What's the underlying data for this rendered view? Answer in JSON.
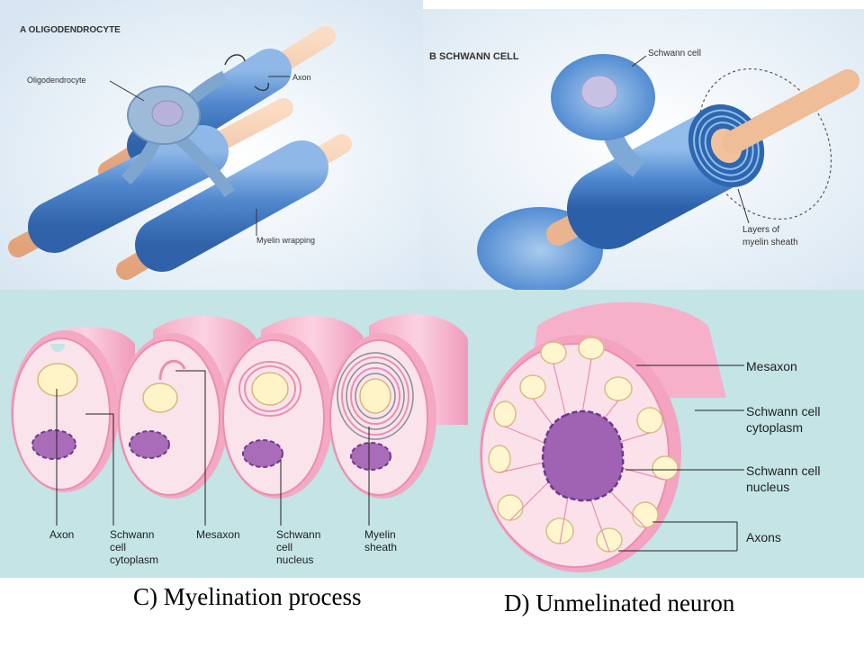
{
  "panel_a": {
    "title": "A  OLIGODENDROCYTE",
    "labels": {
      "oligodendrocyte": "Oligodendrocyte",
      "axon": "Axon",
      "myelin_wrapping": "Myelin wrapping"
    }
  },
  "panel_b": {
    "title": "B  SCHWANN CELL",
    "labels": {
      "schwann_cell": "Schwann cell",
      "layers_line1": "Layers of",
      "layers_line2": "myelin sheath"
    }
  },
  "panel_c": {
    "labels": {
      "axon": "Axon",
      "cytoplasm_1": "Schwann",
      "cytoplasm_2": "cell",
      "cytoplasm_3": "cytoplasm",
      "mesaxon": "Mesaxon",
      "nucleus_1": "Schwann",
      "nucleus_2": "cell",
      "nucleus_3": "nucleus",
      "sheath_1": "Myelin",
      "sheath_2": "sheath"
    }
  },
  "panel_d": {
    "labels": {
      "mesaxon": "Mesaxon",
      "cytoplasm_1": "Schwann cell",
      "cytoplasm_2": "cytoplasm",
      "nucleus_1": "Schwann cell",
      "nucleus_2": "nucleus",
      "axons": "Axons"
    }
  },
  "captions": {
    "c": "C) Myelination process",
    "d": "D) Unmelinated neuron"
  },
  "colors": {
    "myelin_blue": "#5b8fd0",
    "axon_peach": "#f2c39e",
    "pink_sheath": "#f7b9cf",
    "cytoplasm_pink": "#fbe3ec",
    "nucleus_purple": "#a86cb8",
    "background_c": "#c4e4e6"
  }
}
